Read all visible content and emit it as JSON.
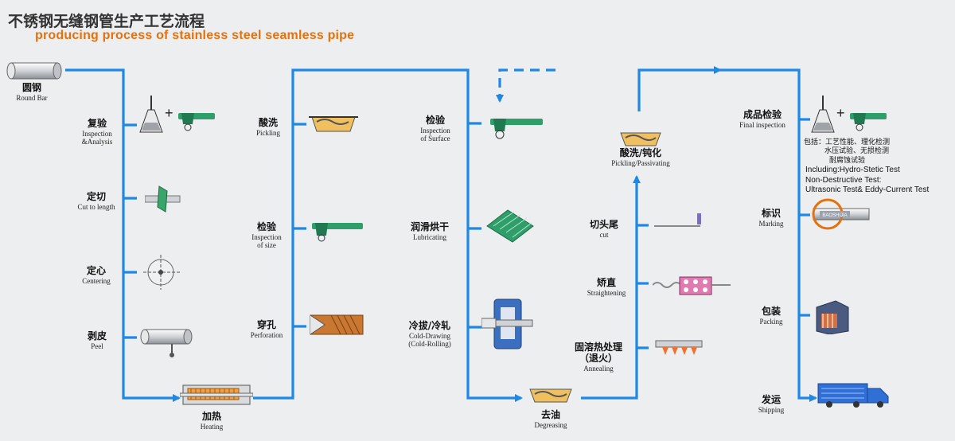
{
  "title": {
    "cn": "不锈钢无缝钢管生产工艺流程",
    "en": "producing process of stainless steel seamless pipe"
  },
  "steps": {
    "round_bar": {
      "cn": "圆钢",
      "en": "Round Bar"
    },
    "inspection_analysis": {
      "cn": "复验",
      "en": "Inspection",
      "en2": "&Analysis"
    },
    "cut_to_length": {
      "cn": "定切",
      "en": "Cut to length"
    },
    "centering": {
      "cn": "定心",
      "en": "Centering"
    },
    "peel": {
      "cn": "剥皮",
      "en": "Peel"
    },
    "heating": {
      "cn": "加热",
      "en": "Heating"
    },
    "pickling": {
      "cn": "酸洗",
      "en": "Pickling"
    },
    "inspection_size": {
      "cn": "检验",
      "en": "Inspection",
      "en2": "of size"
    },
    "perforation": {
      "cn": "穿孔",
      "en": "Perforation"
    },
    "inspection_surface": {
      "cn": "检验",
      "en": "Inspection",
      "en2": "of Surface"
    },
    "lubricating": {
      "cn": "润滑烘干",
      "en": "Lubricating"
    },
    "cold_drawing": {
      "cn": "冷拔/冷轧",
      "en": "Cold-Drawing",
      "en2": "(Cold-Rolling)"
    },
    "degreasing": {
      "cn": "去油",
      "en": "Degreasing"
    },
    "pickling_passivating": {
      "cn": "酸洗/钝化",
      "en": "Pickling/Passivating"
    },
    "cut": {
      "cn": "切头尾",
      "en": "cut"
    },
    "straightening": {
      "cn": "矫直",
      "en": "Straightening"
    },
    "annealing": {
      "cn": "固溶热处理",
      "cn2": "（退火）",
      "en": "Annealing"
    },
    "final_inspection": {
      "cn": "成品检验",
      "en": "Final inspection"
    },
    "marking": {
      "cn": "标识",
      "en": "Marking"
    },
    "packing": {
      "cn": "包装",
      "en": "Packing"
    },
    "shipping": {
      "cn": "发运",
      "en": "Shipping"
    }
  },
  "final_notes": {
    "cn1": "包括：工艺性能、理化检测",
    "cn2": "水压试验、无损检测",
    "cn3": "耐腐蚀试验",
    "en1": "Including:Hydro-Stetic Test",
    "en2": "Non-Destructive Test:",
    "en3": "Ultrasonic Test& Eddy-Current Test"
  },
  "marking_text": "BAOSHIJIA",
  "plus_sign": "+",
  "colors": {
    "flow": "#1e88e5",
    "title_en": "#e8700a",
    "pipe_green": "#2e9e6b",
    "marking_ring": "#e8700a"
  }
}
